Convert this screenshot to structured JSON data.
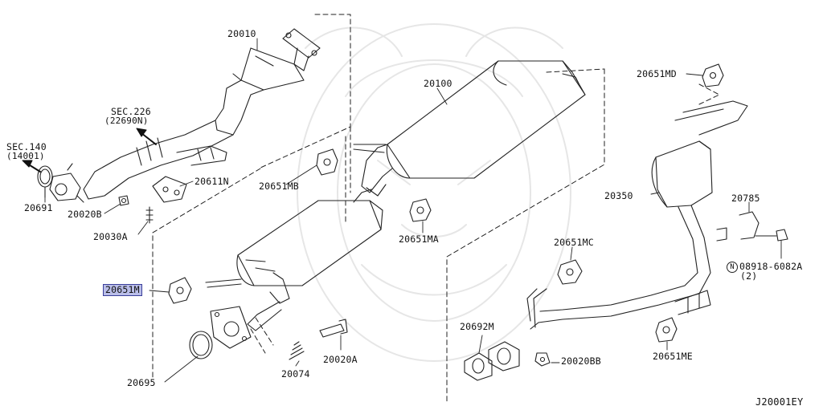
{
  "diagram_id": "J20001EY",
  "highlight_color": "#b9bde8",
  "highlight_border_color": "#3a3f9a",
  "highlighted_part": "20651M",
  "labels": {
    "p20010": "20010",
    "sec226a": "SEC.226",
    "sec226b": "(22690N)",
    "sec140a": "SEC.140",
    "sec140b": "(14001)",
    "p20691": "20691",
    "p20020b": "20020B",
    "p20611n": "20611N",
    "p20030a": "20030A",
    "p20100": "20100",
    "p20651mb": "20651MB",
    "p20651ma": "20651MA",
    "p20651md": "20651MD",
    "p20350": "20350",
    "p20785": "20785",
    "p20651mc": "20651MC",
    "p08918a": "N",
    "p08918b": "08918-6082A",
    "p08918c": "(2)",
    "p20651m": "20651M",
    "p20692m": "20692M",
    "p20695": "20695",
    "p20074": "20074",
    "p20020a": "20020A",
    "p20020bb": "20020BB",
    "p20651me": "20651ME"
  }
}
